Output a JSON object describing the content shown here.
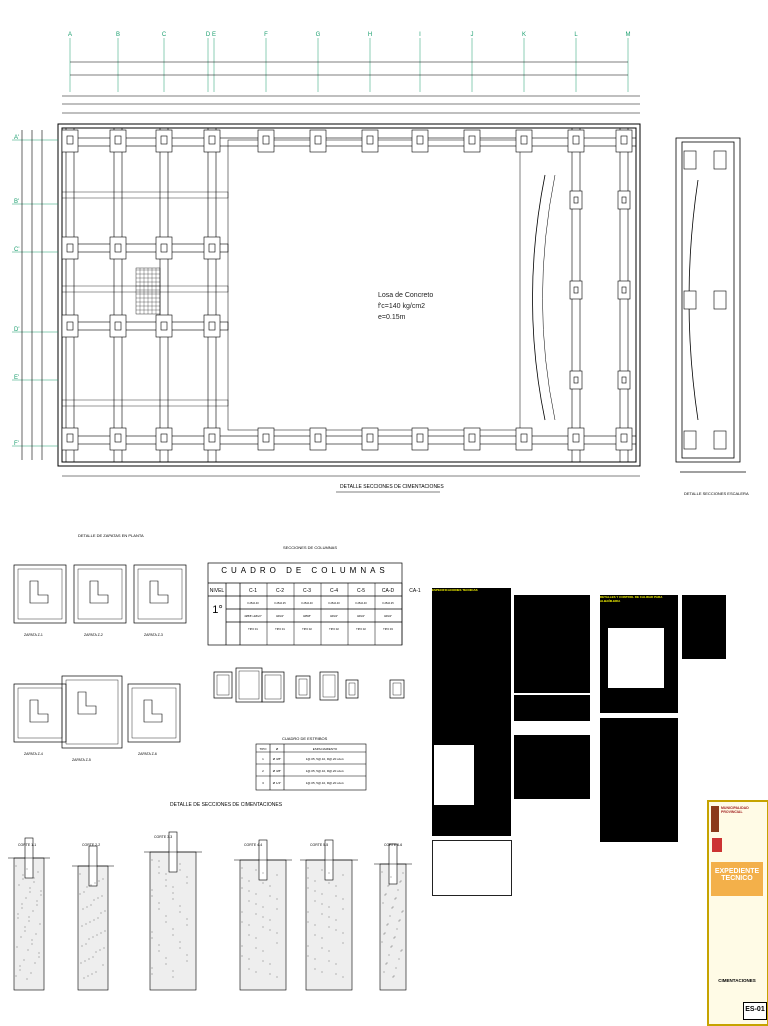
{
  "plan": {
    "grid_columns": [
      "A",
      "B",
      "C",
      "D",
      "E",
      "F",
      "G",
      "H",
      "I",
      "J",
      "K",
      "L",
      "M"
    ],
    "grid_rows": [
      "A'",
      "B'",
      "C'",
      "D'",
      "E'",
      "F'"
    ],
    "slab_note": [
      "Losa de Concreto",
      "f'c=140 kg/cm2",
      "e=0.15m"
    ],
    "plan_title": "DETALLE SECCIONES DE CIMENTACIONES",
    "side_title": "DETALLE SECCIONES ESCALERA"
  },
  "zapatas": {
    "title": "DETALLE DE ZAPATAS EN PLANTA",
    "labels": [
      "ZAPATA Z-1",
      "ZAPATA Z-2",
      "ZAPATA Z-3",
      "ZAPATA Z-4",
      "ZAPATA Z-5",
      "ZAPATA Z-6"
    ]
  },
  "columnas": {
    "section_title": "SECCIONES DE COLUMNAS",
    "table_title": "CUADRO DE COLUMNAS",
    "headers": [
      "NIVEL",
      "C-1",
      "C-2",
      "C-3",
      "C-4",
      "C-5",
      "CA-D",
      "CA-1"
    ],
    "level": "1°",
    "rows": [
      [
        "0.25x0.40",
        "0.25x0.25",
        "0.25x0.40",
        "0.25x0.40",
        "0.25x0.40",
        "0.25x0.25"
      ],
      [
        "4Ø5/8\"+2Ø1/2\"",
        "4Ø1/2\"",
        "4Ø5/8\"",
        "4Ø1/2\"",
        "4Ø1/2\"",
        "4Ø1/2\""
      ],
      [
        "TIPO 01",
        "TIPO 01",
        "TIPO 02",
        "TIPO 02",
        "TIPO 02",
        "TIPO 03"
      ]
    ]
  },
  "estribos": {
    "title": "CUADRO DE ESTRIBOS",
    "headers": [
      "TIPO",
      "Ø",
      "ESPACIAMIENTO"
    ],
    "rows": [
      [
        "1",
        "Ø 3/8\"",
        "1@.05, 5@.10, R@.20 c/ext."
      ],
      [
        "2",
        "Ø 3/8\"",
        "1@.05, 5@.10, R@.20 c/ext."
      ],
      [
        "3",
        "Ø 1/4\"",
        "1@.05, 5@.10, R@.20 c/ext."
      ]
    ]
  },
  "cortes": {
    "title": "DETALLE DE SECCIONES DE CIMENTACIONES",
    "labels": [
      "CORTE 1-1",
      "CORTE 2-2",
      "CORTE 3-3",
      "CORTE 4-4",
      "CORTE 5-5",
      "CORTE 6-6"
    ]
  },
  "notes": {
    "title1": "ESPECIFICACIONES TECNICAS",
    "title2": "DETALLES Y CONTROL DE CALIDAD PARA ALBAÑILERIA"
  },
  "title_block": {
    "org": "MUNICIPALIDAD PROVINCIAL",
    "doc": "EXPEDIENTE TECNICO",
    "plan_name": "CIMENTACIONES",
    "sheet": "ES-01"
  },
  "colors": {
    "grid": "#1a9e6e",
    "title_border": "#c6a300",
    "expediente": "#e8a020"
  }
}
